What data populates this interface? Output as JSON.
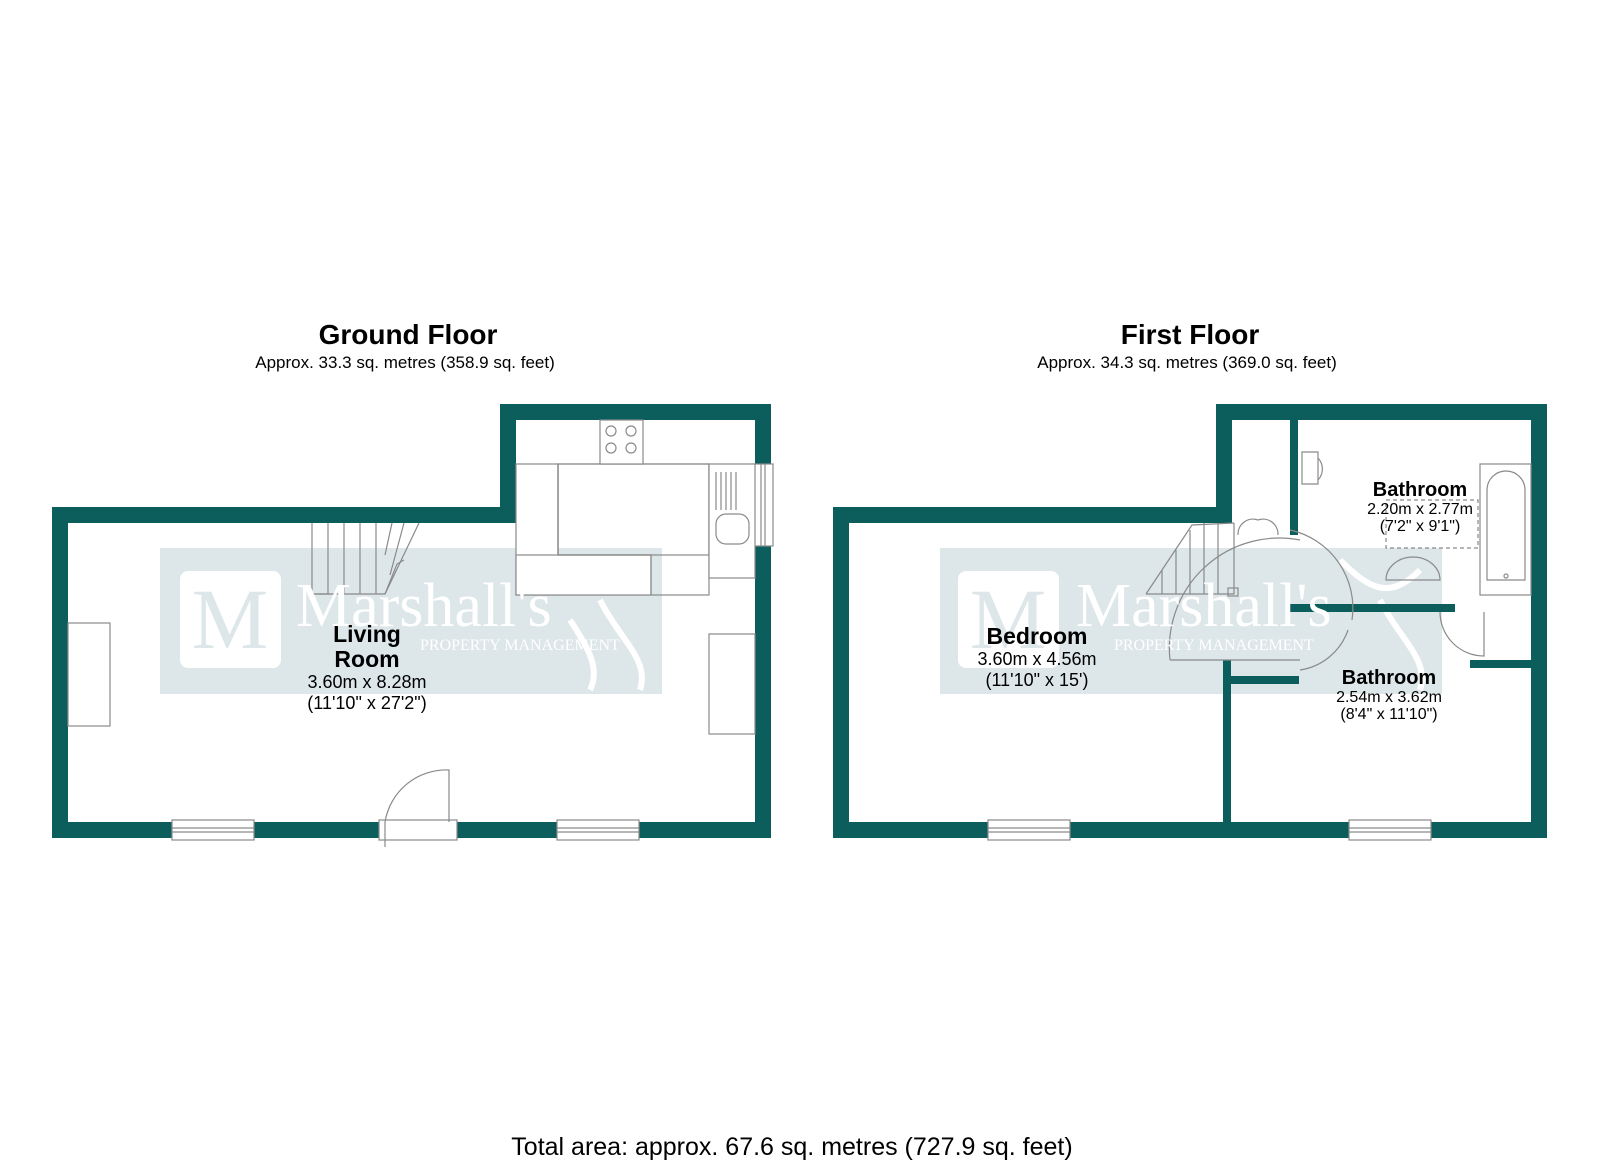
{
  "ground_floor": {
    "title": "Ground Floor",
    "area": "Approx. 33.3 sq. metres (358.9 sq. feet)",
    "rooms": [
      {
        "name_line1": "Living",
        "name_line2": "Room",
        "dims_metric": "3.60m x 8.28m",
        "dims_imperial": "(11'10\" x 27'2\")"
      }
    ]
  },
  "first_floor": {
    "title": "First Floor",
    "area": "Approx. 34.3 sq. metres (369.0 sq. feet)",
    "rooms": [
      {
        "name": "Bedroom",
        "dims_metric": "3.60m x 4.56m",
        "dims_imperial": "(11'10\" x 15')"
      },
      {
        "name": "Bathroom",
        "dims_metric": "2.20m x 2.77m",
        "dims_imperial": "(7'2\" x 9'1\")"
      },
      {
        "name": "Bathroom",
        "dims_metric": "2.54m x 3.62m",
        "dims_imperial": "(8'4\" x 11'10\")"
      }
    ]
  },
  "total_area": "Total area: approx. 67.6 sq. metres (727.9 sq. feet)",
  "watermark": {
    "brand": "Marshall's",
    "tagline": "PROPERTY MANAGEMENT"
  },
  "colors": {
    "wall": "#0b5e5c",
    "watermark_band": "#dde6e9",
    "fixture_line": "#888888"
  }
}
